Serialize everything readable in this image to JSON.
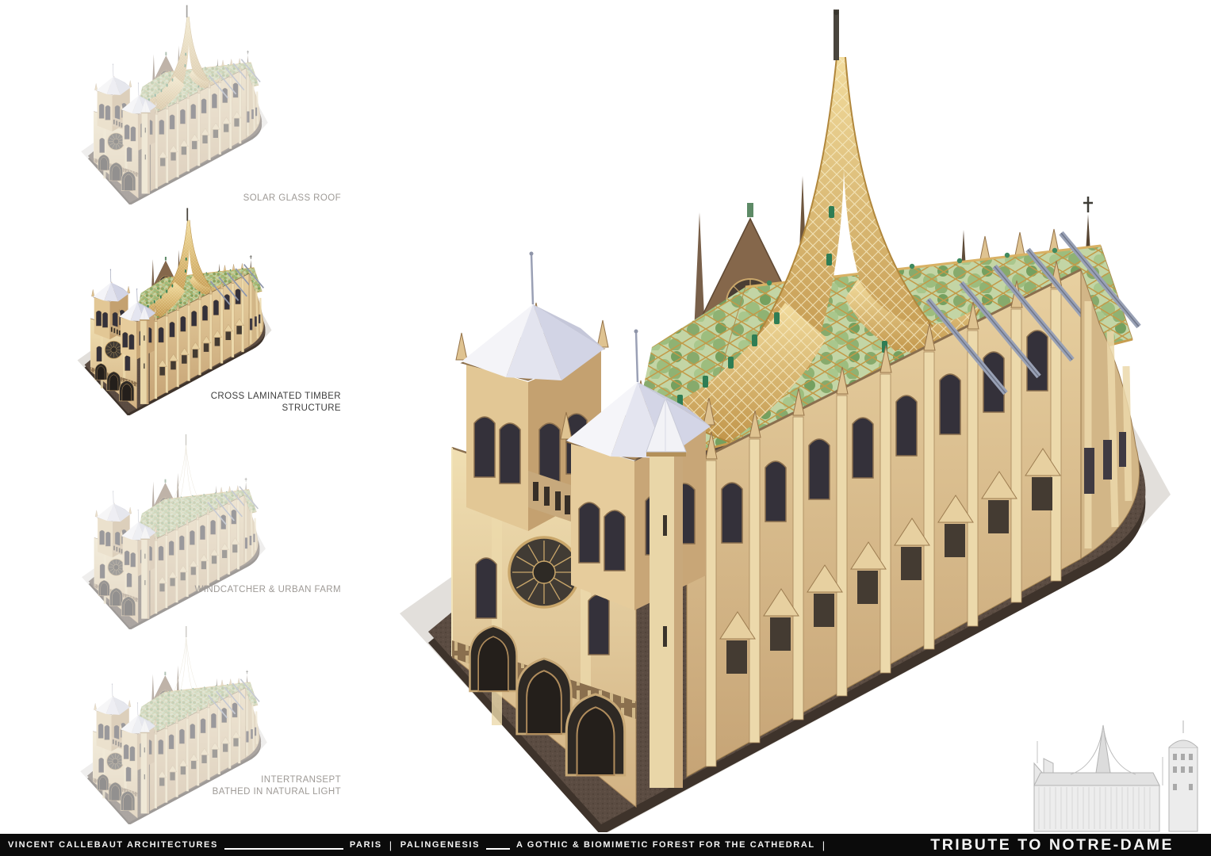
{
  "page": {
    "background": "#ffffff"
  },
  "colors": {
    "stone_light": "#f0dfb2",
    "stone_mid": "#d2b283",
    "stone_shadow": "#a8875c",
    "gold_spire": "#d9b464",
    "roof_green": "#c3d5a5",
    "canopy_white": "#f4f4f8",
    "plinth_brown": "#5c4d43",
    "statue_green": "#2f7d54",
    "buttress_blue": "#99a1b5",
    "bar_black": "#0b0b0b",
    "label_gray": "#9e9a96",
    "label_active": "#3c3c3c"
  },
  "sidebar": {
    "items": [
      {
        "id": "solar-glass-roof",
        "lines": [
          "SOLAR GLASS ROOF"
        ],
        "active": false
      },
      {
        "id": "cross-laminated-timber-structure",
        "lines": [
          "CROSS LAMINATED TIMBER",
          "STRUCTURE"
        ],
        "active": true
      },
      {
        "id": "windcatcher-urban-farm",
        "lines": [
          "WINDCATCHER & URBAN FARM"
        ],
        "active": false
      },
      {
        "id": "intertransept-natural-light",
        "lines": [
          "INTERTRANSEPT",
          "BATHED IN NATURAL LIGHT"
        ],
        "active": false
      }
    ]
  },
  "footer": {
    "firm": "VINCENT CALLEBAUT ARCHITECTURES",
    "city": "PARIS",
    "divider": "|",
    "project": "PALINGENESIS",
    "subtitle": "A GOTHIC & BIOMIMETIC FOREST FOR THE CATHEDRAL",
    "title": "TRIBUTE TO NOTRE-DAME"
  }
}
